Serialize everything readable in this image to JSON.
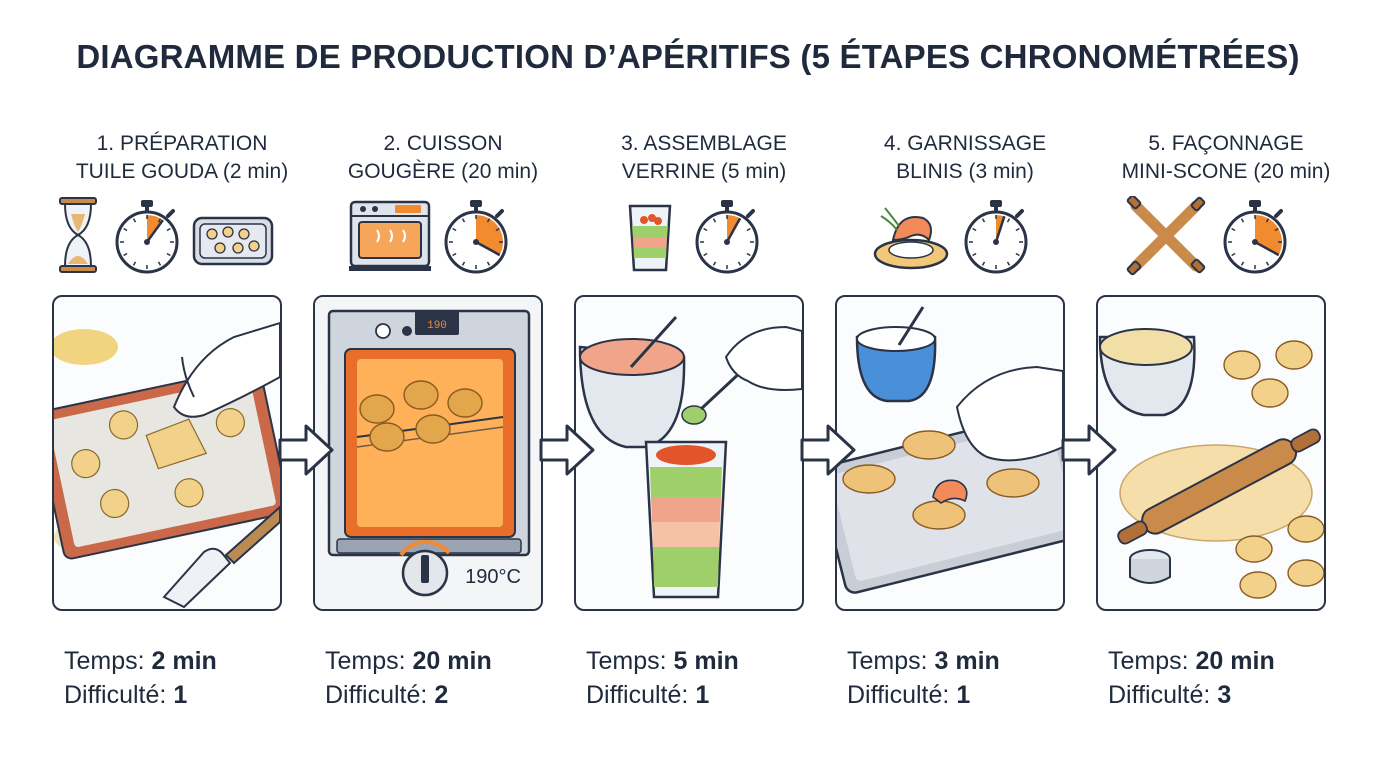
{
  "title": "DIAGRAMME DE PRODUCTION D’APÉRITIFS (5 ÉTAPES CHRONOMÉTRÉES)",
  "labels": {
    "time": "Temps: ",
    "difficulty": "Difficulté: "
  },
  "steps": [
    {
      "line1": "1. PRÉPARATION",
      "line2": "TUILE GOUDA (2 min)",
      "time": "2 min",
      "difficulty": "1",
      "timer_fraction": 0.1
    },
    {
      "line1": "2. CUISSON",
      "line2": "GOUGÈRE (20 min)",
      "time": "20 min",
      "difficulty": "2",
      "timer_fraction": 0.33,
      "oven_display": "190",
      "oven_temp": "190°C"
    },
    {
      "line1": "3. ASSEMBLAGE",
      "line2": "VERRINE (5 min)",
      "time": "5 min",
      "difficulty": "1",
      "timer_fraction": 0.08
    },
    {
      "line1": "4. GARNISSAGE",
      "line2": "BLINIS (3 min)",
      "time": "3 min",
      "difficulty": "1",
      "timer_fraction": 0.05
    },
    {
      "line1": "5. FAÇONNAGE",
      "line2": "MINI-SCONE (20 min)",
      "time": "20 min",
      "difficulty": "3",
      "timer_fraction": 0.33
    }
  ],
  "colors": {
    "ink": "#2b3446",
    "accent_orange": "#f28a30",
    "dough": "#f2d28a",
    "salmon": "#f0a48a"
  }
}
